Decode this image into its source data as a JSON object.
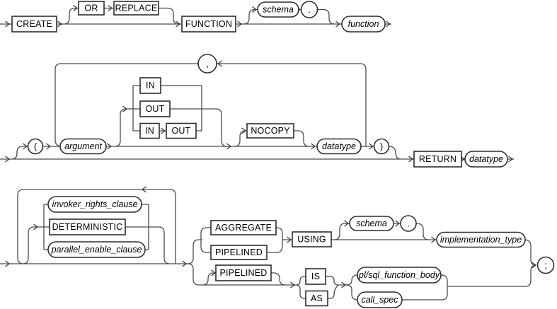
{
  "diagram": {
    "colors": {
      "background": "#ffffff",
      "line": "#4a4a4a",
      "node_border": "#2d2d2d",
      "text": "#000000"
    },
    "row1": {
      "create": "CREATE",
      "or": "OR",
      "replace": "REPLACE",
      "function_keyword": "FUNCTION",
      "schema": "schema",
      "dot": ".",
      "function_name": "function"
    },
    "row2": {
      "open_paren": "(",
      "argument": "argument",
      "comma": ",",
      "in_keyword": "IN",
      "out_keyword": "OUT",
      "inout_in_keyword": "IN",
      "inout_out_keyword": "OUT",
      "nocopy": "NOCOPY",
      "datatype": "datatype",
      "close_paren": ")",
      "return_keyword": "RETURN",
      "return_datatype": "datatype"
    },
    "row3": {
      "invoker_rights_clause": "invoker_rights_clause",
      "deterministic": "DETERMINISTIC",
      "parallel_enable_clause": "parallel_enable_clause",
      "aggregate": "AGGREGATE",
      "pipelined_using": "PIPELINED",
      "using": "USING",
      "schema": "schema",
      "dot": ".",
      "implementation_type": "implementation_type",
      "pipelined_is": "PIPELINED",
      "is_keyword": "IS",
      "as_keyword": "AS",
      "plsql_function_body": "pl/sql_function_body",
      "call_spec": "call_spec",
      "semicolon": ";"
    }
  }
}
